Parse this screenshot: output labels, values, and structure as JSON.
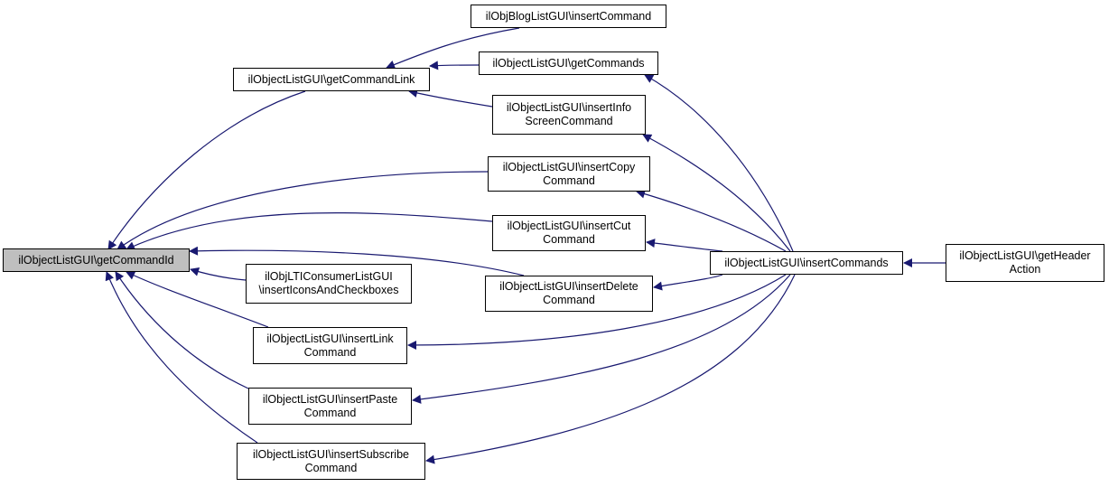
{
  "diagram": {
    "type": "call-graph",
    "edge_color": "#191970",
    "focus_fill": "#bfbfbf",
    "nodes": [
      {
        "id": "getCommandId",
        "lines": [
          "ilObjectListGUI\\getCommandId"
        ],
        "focus": true
      },
      {
        "id": "getCommandLink",
        "lines": [
          "ilObjectListGUI\\getCommandLink"
        ]
      },
      {
        "id": "blogInsertCommand",
        "lines": [
          "ilObjBlogListGUI\\insertCommand"
        ]
      },
      {
        "id": "getCommands",
        "lines": [
          "ilObjectListGUI\\getCommands"
        ]
      },
      {
        "id": "insertInfoScreenCommand",
        "lines": [
          "ilObjectListGUI\\insertInfo",
          "ScreenCommand"
        ]
      },
      {
        "id": "insertCopyCommand",
        "lines": [
          "ilObjectListGUI\\insertCopy",
          "Command"
        ]
      },
      {
        "id": "insertCutCommand",
        "lines": [
          "ilObjectListGUI\\insertCut",
          "Command"
        ]
      },
      {
        "id": "insertDeleteCommand",
        "lines": [
          "ilObjectListGUI\\insertDelete",
          "Command"
        ]
      },
      {
        "id": "ltiInsertIconsAndCheckboxes",
        "lines": [
          "ilObjLTIConsumerListGUI",
          "\\insertIconsAndCheckboxes"
        ]
      },
      {
        "id": "insertLinkCommand",
        "lines": [
          "ilObjectListGUI\\insertLink",
          "Command"
        ]
      },
      {
        "id": "insertPasteCommand",
        "lines": [
          "ilObjectListGUI\\insertPaste",
          "Command"
        ]
      },
      {
        "id": "insertSubscribeCommand",
        "lines": [
          "ilObjectListGUI\\insertSubscribe",
          "Command"
        ]
      },
      {
        "id": "insertCommands",
        "lines": [
          "ilObjectListGUI\\insertCommands"
        ]
      },
      {
        "id": "getHeaderAction",
        "lines": [
          "ilObjectListGUI\\getHeader",
          "Action"
        ]
      }
    ],
    "edges": [
      {
        "from": "getCommandLink",
        "to": "getCommandId"
      },
      {
        "from": "insertCopyCommand",
        "to": "getCommandId"
      },
      {
        "from": "insertCutCommand",
        "to": "getCommandId"
      },
      {
        "from": "insertDeleteCommand",
        "to": "getCommandId"
      },
      {
        "from": "ltiInsertIconsAndCheckboxes",
        "to": "getCommandId"
      },
      {
        "from": "insertLinkCommand",
        "to": "getCommandId"
      },
      {
        "from": "insertPasteCommand",
        "to": "getCommandId"
      },
      {
        "from": "insertSubscribeCommand",
        "to": "getCommandId"
      },
      {
        "from": "blogInsertCommand",
        "to": "getCommandLink"
      },
      {
        "from": "getCommands",
        "to": "getCommandLink"
      },
      {
        "from": "insertInfoScreenCommand",
        "to": "getCommandLink"
      },
      {
        "from": "insertCommands",
        "to": "getCommands"
      },
      {
        "from": "insertCommands",
        "to": "insertInfoScreenCommand"
      },
      {
        "from": "insertCommands",
        "to": "insertCopyCommand"
      },
      {
        "from": "insertCommands",
        "to": "insertCutCommand"
      },
      {
        "from": "insertCommands",
        "to": "insertDeleteCommand"
      },
      {
        "from": "insertCommands",
        "to": "insertLinkCommand"
      },
      {
        "from": "insertCommands",
        "to": "insertPasteCommand"
      },
      {
        "from": "insertCommands",
        "to": "insertSubscribeCommand"
      },
      {
        "from": "getHeaderAction",
        "to": "insertCommands"
      }
    ]
  }
}
